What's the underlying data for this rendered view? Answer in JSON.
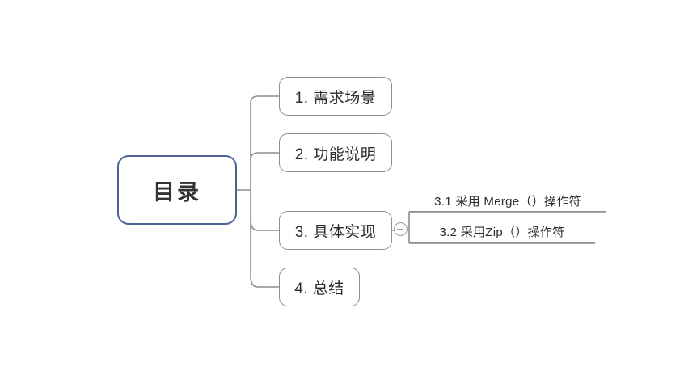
{
  "diagram": {
    "type": "mindmap",
    "background_color": "#ffffff",
    "root": {
      "label": "目录",
      "border_color": "#4b6094",
      "text_color": "#333333"
    },
    "branch_style": {
      "border_color": "#8d8d8d",
      "text_color": "#2b2b2b",
      "connector_color": "#8d8d8d"
    },
    "branches": [
      {
        "id": "1",
        "label": "1. 需求场景",
        "children": []
      },
      {
        "id": "2",
        "label": "2. 功能说明",
        "children": []
      },
      {
        "id": "3",
        "label": "3. 具体实现",
        "collapse_icon": "minus-circle-icon",
        "collapse_state": "expanded",
        "children": [
          {
            "id": "3.1",
            "label": "3.1 采用 Merge（）操作符"
          },
          {
            "id": "3.2",
            "label": "3.2 采用Zip（）操作符"
          }
        ]
      },
      {
        "id": "4",
        "label": "4. 总结",
        "children": []
      }
    ]
  }
}
